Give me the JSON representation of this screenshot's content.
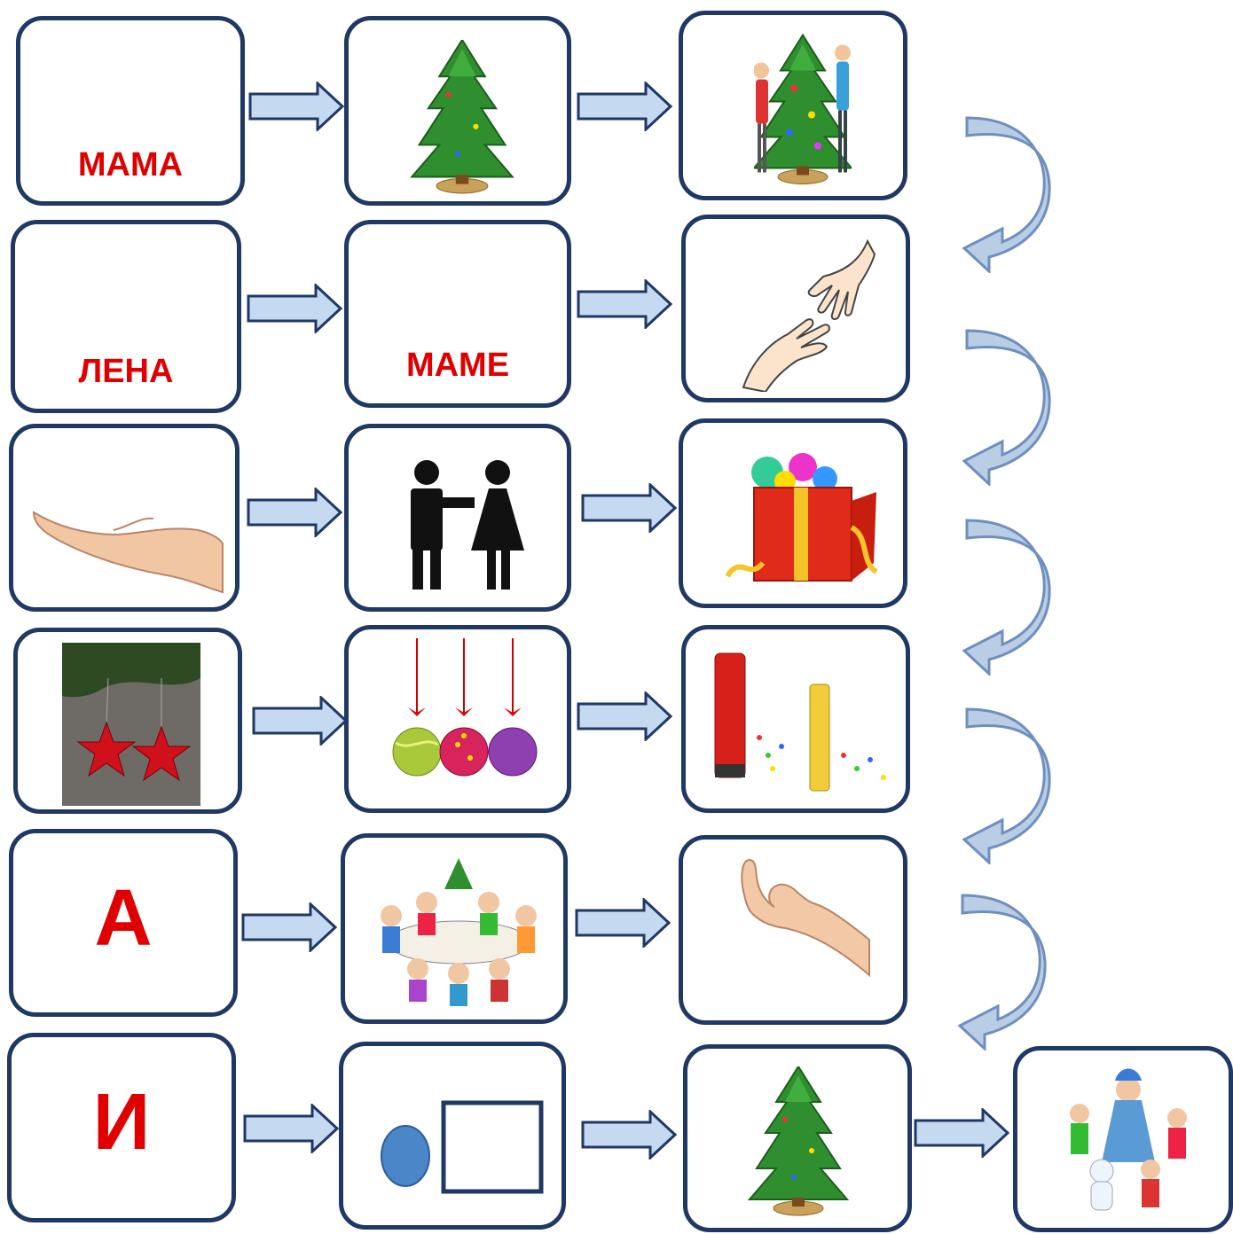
{
  "rows": [
    [
      {
        "word": "МАМА",
        "icon": "blank-text-card"
      },
      {
        "icon": "christmas-tree-icon"
      },
      {
        "icon": "family-decorating-tree-icon"
      }
    ],
    [
      {
        "word": "ЛЕНА",
        "icon": "blank-text-card"
      },
      {
        "word": "МАМЕ",
        "icon": "blank-text-card"
      },
      {
        "icon": "hands-giving-icon"
      }
    ],
    [
      {
        "icon": "open-palm-hand-icon"
      },
      {
        "icon": "two-people-pointing-icon"
      },
      {
        "icon": "gift-box-with-toys-icon"
      }
    ],
    [
      {
        "icon": "red-star-ornaments-icon"
      },
      {
        "icon": "hanging-baubles-icon"
      },
      {
        "icon": "party-poppers-icon"
      }
    ],
    [
      {
        "word": "А",
        "icon": "letter-card"
      },
      {
        "icon": "children-at-table-icon"
      },
      {
        "icon": "beckoning-hand-icon"
      }
    ],
    [
      {
        "word": "И",
        "icon": "letter-card"
      },
      {
        "icon": "circle-and-square-icon"
      },
      {
        "icon": "christmas-tree-icon"
      },
      {
        "icon": "dancing-children-icon"
      }
    ]
  ],
  "colors": {
    "card_border": "#1f3864",
    "word": "#e00000",
    "arrow_fill": "#c5d9f1",
    "arrow_stroke": "#1f3864",
    "curve_fill": "#b9cde5",
    "curve_stroke": "#6f8fbf",
    "circle": "#4a86c8"
  }
}
